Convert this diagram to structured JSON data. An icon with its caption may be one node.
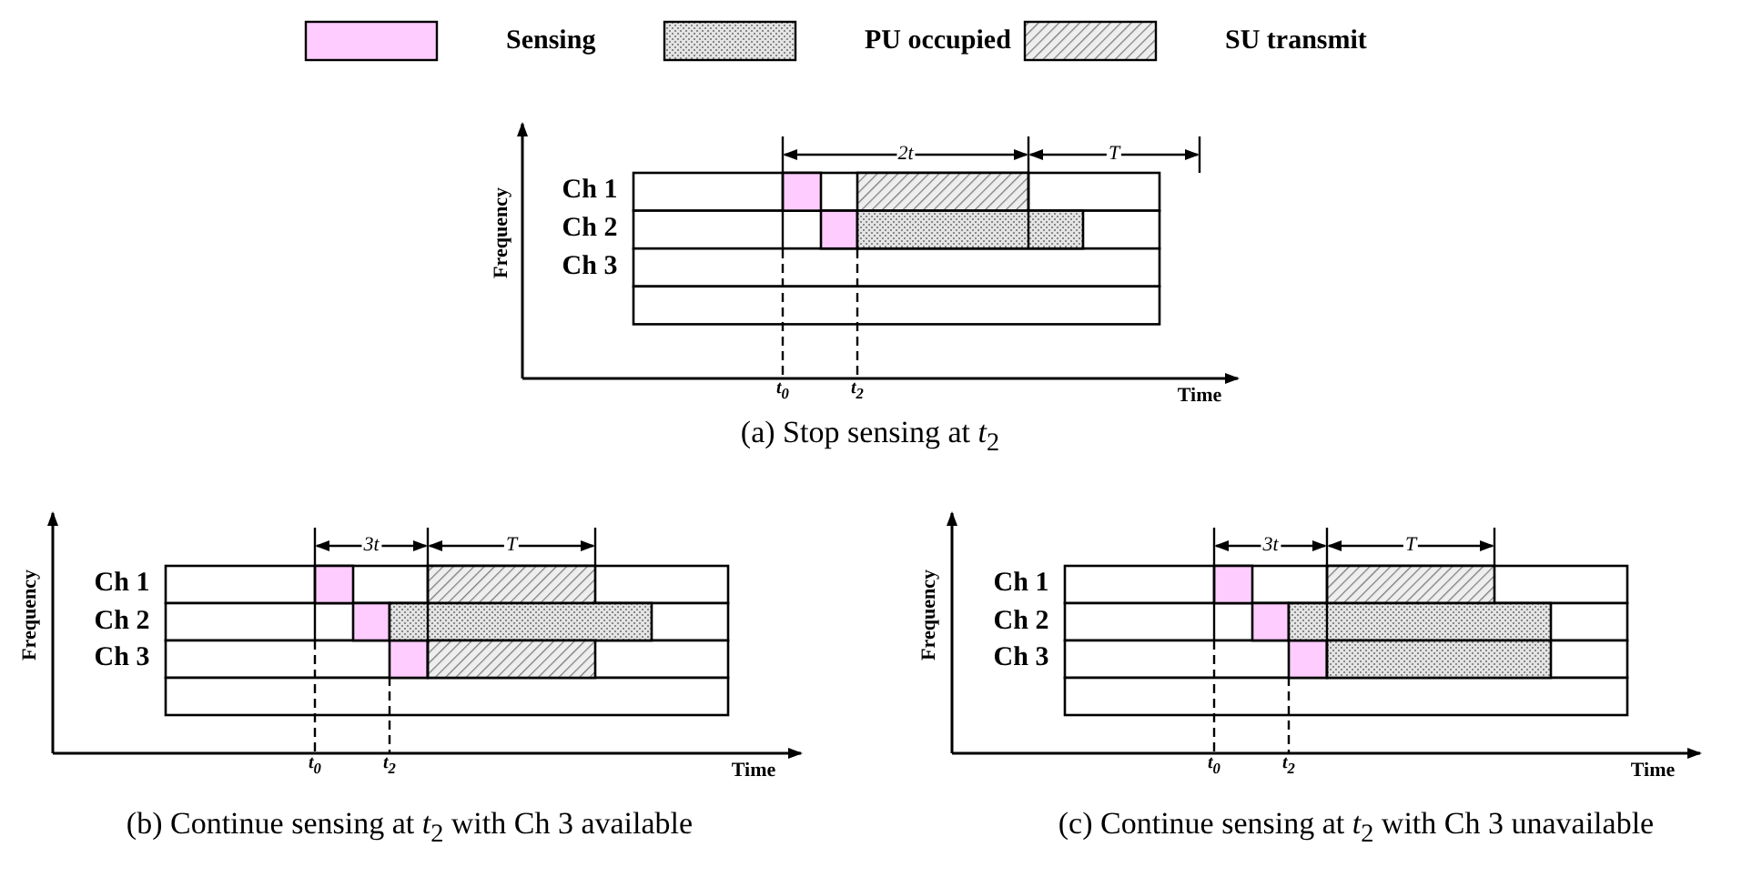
{
  "diagram": {
    "labels": [
      "Frequency",
      "2t",
      "T",
      "Ch 1",
      "Ch 2",
      "Ch 3",
      "t$_{0}$",
      "t$_{2}$",
      "Time",
      "(a) Stop sensing at *t*$_{2}$",
      "Frequency",
      "3t",
      "T",
      "Ch 1",
      "Ch 2",
      "Ch 3",
      "t$_{0}$",
      "t$_{2}$",
      "Time",
      "(b) Continue sensing at *t*$_{2}$ with Ch 3 available",
      "Frequency",
      "3t",
      "T",
      "Ch 1",
      "Ch 2",
      "Ch 3",
      "t$_{0}$",
      "t$_{2}$",
      "Time",
      "(c) Continue sensing at *t*$_{2}$ with Ch 3 unavailable"
    ],
    "legend": [
      {
        "text": "Sensing",
        "color": "#ffccff"
      },
      {
        "text": "PU occupied"
      },
      {
        "text": "SU transmit"
      }
    ]
  }
}
